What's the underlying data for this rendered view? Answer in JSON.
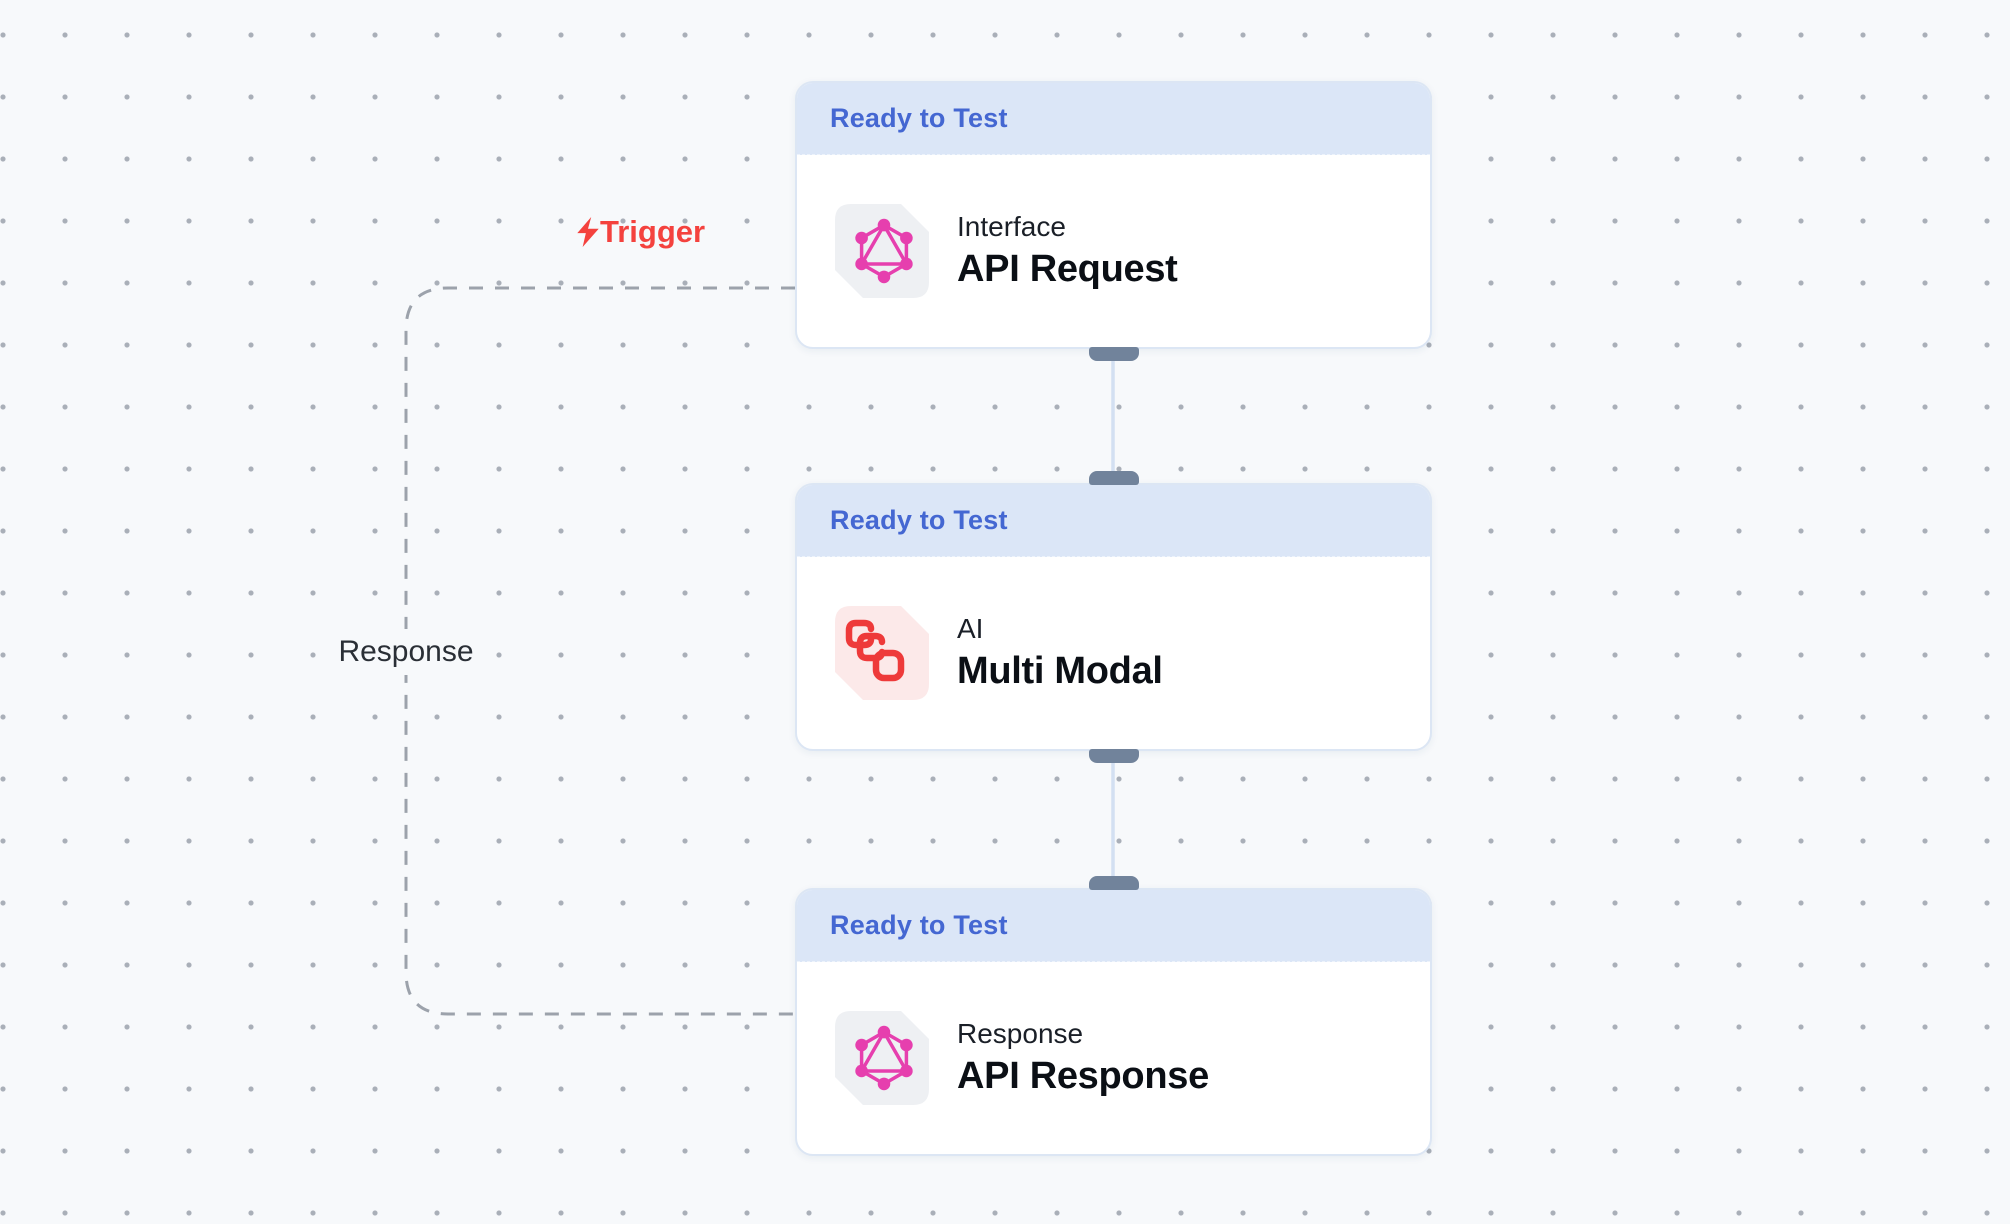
{
  "canvas": {
    "background": "#F7F9FB",
    "dot_color": "#A9AFB8"
  },
  "edge_labels": {
    "trigger": "Trigger",
    "response": "Response"
  },
  "nodes": [
    {
      "status": "Ready to Test",
      "category": "Interface",
      "title": "API Request",
      "icon": "graphql-icon"
    },
    {
      "status": "Ready to Test",
      "category": "AI",
      "title": "Multi Modal",
      "icon": "multimodal-icon"
    },
    {
      "status": "Ready to Test",
      "category": "Response",
      "title": "API Response",
      "icon": "graphql-icon"
    }
  ],
  "colors": {
    "status_text": "#4467D2",
    "status_bg": "#DBE6F7",
    "card_border": "#DCE6F4",
    "category_text": "#1A1F27",
    "title_text": "#0B0F15",
    "graphql_pink": "#E63FAE",
    "graphql_tile_bg": "#EEF0F3",
    "multimodal_red": "#EE3A3A",
    "multimodal_tile_bg": "#FCE9E9",
    "handle": "#71839B",
    "connector_line": "#D3E0F2",
    "dashed_edge": "#9CA2AB",
    "trigger_red": "#F4423E",
    "response_label_text": "#2A2F36"
  }
}
